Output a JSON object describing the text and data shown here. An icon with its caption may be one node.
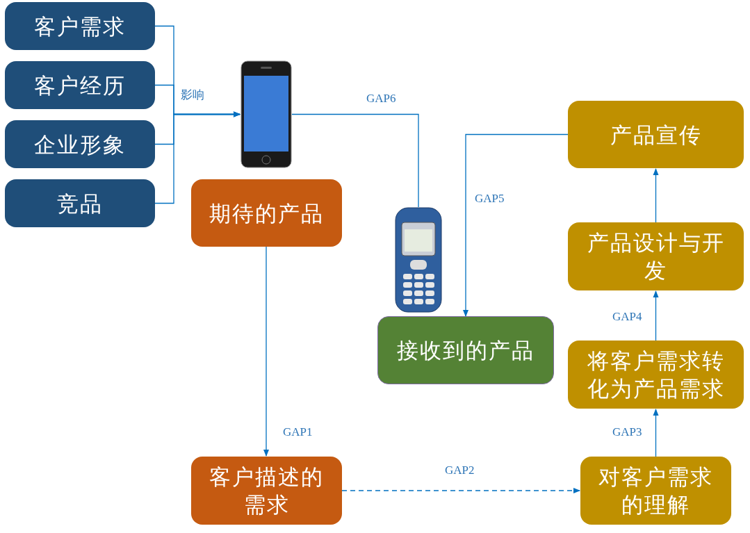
{
  "diagram": {
    "nodes": [
      {
        "text": [
          "客户需求"
        ]
      },
      {
        "text": [
          "客户经历"
        ]
      },
      {
        "text": [
          "企业形象"
        ]
      },
      {
        "text": [
          "竞品"
        ]
      },
      {
        "text": [],
        "shape": "picture"
      },
      {
        "text": [
          "期待的产品"
        ]
      },
      {
        "text": [],
        "shape": "picture"
      },
      {
        "text": [
          "接收到的产品"
        ]
      },
      {
        "text": [
          "产品宣传"
        ]
      },
      {
        "text": [
          "产品设计与开发"
        ]
      },
      {
        "text": [
          "将客户需求转化为产品需求"
        ]
      },
      {
        "text": [
          "对客户需求的理解"
        ]
      },
      {
        "text": [
          "客户描述的需求"
        ]
      }
    ],
    "edges": [
      {
        "from": 0,
        "to": 4,
        "arrow": "to"
      },
      {
        "from": 1,
        "to": 4,
        "arrow": "to",
        "label": "影响"
      },
      {
        "from": 2,
        "to": 4,
        "arrow": "to"
      },
      {
        "from": 3,
        "to": 4,
        "arrow": "to"
      },
      {
        "from": 4,
        "to": 6,
        "arrow": "none",
        "label": "GAP6"
      },
      {
        "from": 8,
        "to": 7,
        "arrow": "to",
        "label": "GAP5"
      },
      {
        "from": 5,
        "to": 12,
        "arrow": "to",
        "label": "GAP1"
      },
      {
        "from": 12,
        "to": 11,
        "arrow": "to",
        "label": "GAP2",
        "style": "dashed"
      },
      {
        "from": 11,
        "to": 10,
        "arrow": "to",
        "label": "GAP3"
      },
      {
        "from": 10,
        "to": 9,
        "arrow": "to",
        "label": "GAP4"
      },
      {
        "from": 9,
        "to": 8,
        "arrow": "to"
      }
    ]
  }
}
